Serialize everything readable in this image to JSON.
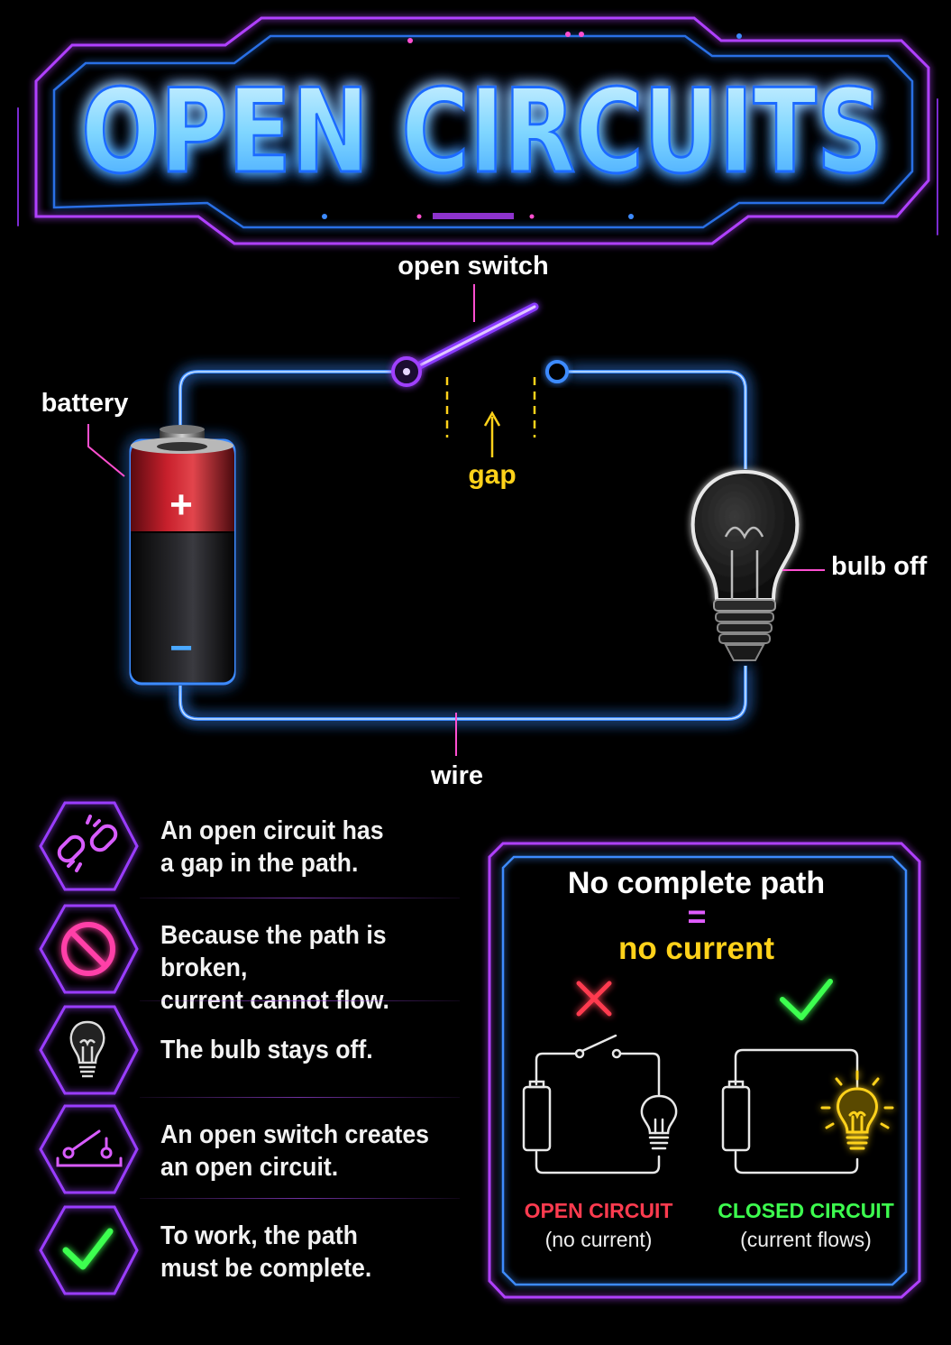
{
  "title": "OPEN CIRCUITS",
  "diagram_labels": {
    "open_switch": "open switch",
    "battery": "battery",
    "gap": "gap",
    "bulb_off": "bulb off",
    "wire": "wire",
    "plus": "+",
    "minus": "−"
  },
  "facts": [
    {
      "icon": "broken-link-icon",
      "lines": [
        "An open circuit has",
        "a gap in the path."
      ]
    },
    {
      "icon": "prohibited-icon",
      "lines": [
        "Because the path is broken,",
        "current cannot flow."
      ]
    },
    {
      "icon": "lightbulb-icon",
      "lines": [
        "The bulb stays off."
      ]
    },
    {
      "icon": "open-switch-icon",
      "lines": [
        "An open switch creates",
        "an open circuit."
      ]
    },
    {
      "icon": "checkmark-icon",
      "lines": [
        "To work, the path",
        "must be complete."
      ]
    }
  ],
  "summary": {
    "heading": "No complete path",
    "equals": "=",
    "result": "no current",
    "open": {
      "label": "OPEN CIRCUIT",
      "sub": "(no current)",
      "mark_icon": "x-mark-icon"
    },
    "closed": {
      "label": "CLOSED CIRCUIT",
      "sub": "(current flows)",
      "mark_icon": "checkmark-icon"
    }
  },
  "colors": {
    "wire_blue": "#3d8bff",
    "neon_purple": "#a040ff",
    "neon_pink": "#ff3fa8",
    "gap_yellow": "#ffd21a",
    "open_red": "#ff3b4f",
    "closed_green": "#3dff4f",
    "title_blue": "#5fc8ff"
  }
}
